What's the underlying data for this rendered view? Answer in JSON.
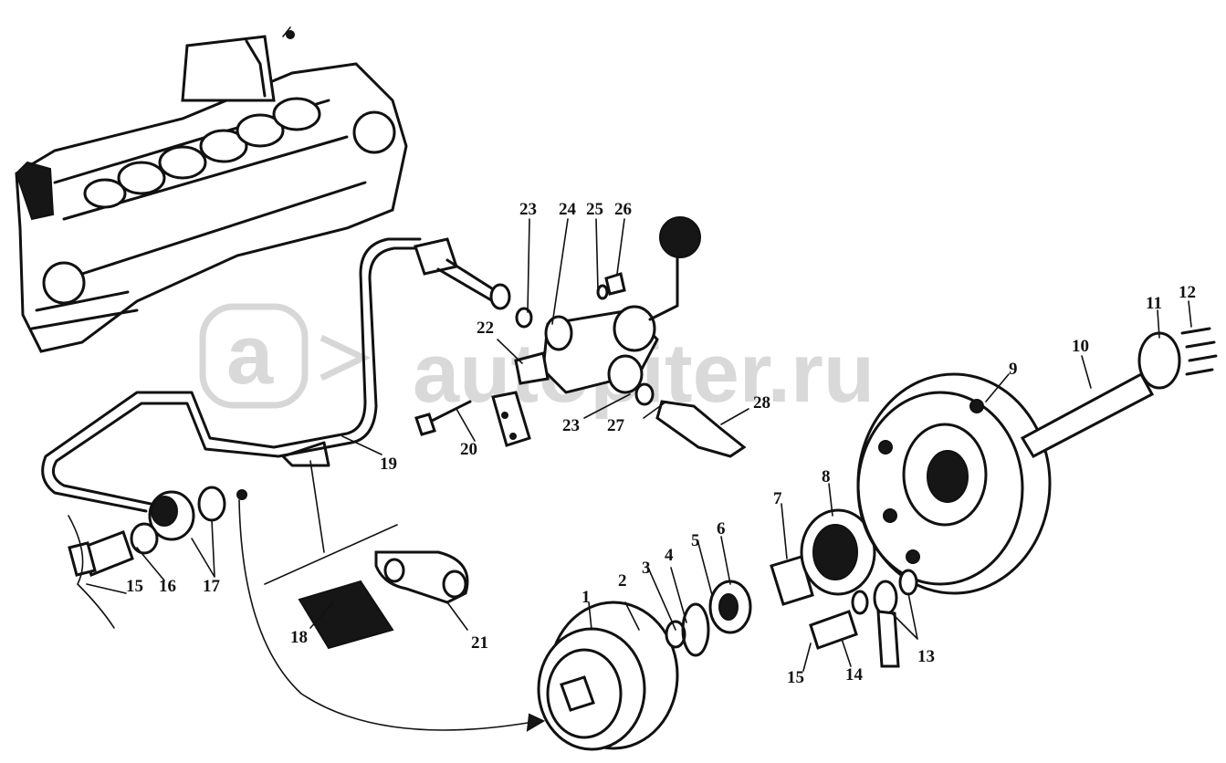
{
  "watermark": {
    "text": "autopiter.ru",
    "logo_letter": "a"
  },
  "callouts": [
    {
      "id": "1",
      "label": "1"
    },
    {
      "id": "2",
      "label": "2"
    },
    {
      "id": "3",
      "label": "3"
    },
    {
      "id": "4",
      "label": "4"
    },
    {
      "id": "5",
      "label": "5"
    },
    {
      "id": "6",
      "label": "6"
    },
    {
      "id": "7",
      "label": "7"
    },
    {
      "id": "8",
      "label": "8"
    },
    {
      "id": "9",
      "label": "9"
    },
    {
      "id": "10",
      "label": "10"
    },
    {
      "id": "11",
      "label": "11"
    },
    {
      "id": "12",
      "label": "12"
    },
    {
      "id": "13",
      "label": "13"
    },
    {
      "id": "14",
      "label": "14"
    },
    {
      "id": "15a",
      "label": "15"
    },
    {
      "id": "15b",
      "label": "15"
    },
    {
      "id": "16",
      "label": "16"
    },
    {
      "id": "17",
      "label": "17"
    },
    {
      "id": "18",
      "label": "18"
    },
    {
      "id": "19",
      "label": "19"
    },
    {
      "id": "20",
      "label": "20"
    },
    {
      "id": "21",
      "label": "21"
    },
    {
      "id": "22",
      "label": "22"
    },
    {
      "id": "23a",
      "label": "23"
    },
    {
      "id": "23b",
      "label": "23"
    },
    {
      "id": "24",
      "label": "24"
    },
    {
      "id": "25",
      "label": "25"
    },
    {
      "id": "26",
      "label": "26"
    },
    {
      "id": "27",
      "label": "27"
    },
    {
      "id": "28",
      "label": "28"
    }
  ]
}
